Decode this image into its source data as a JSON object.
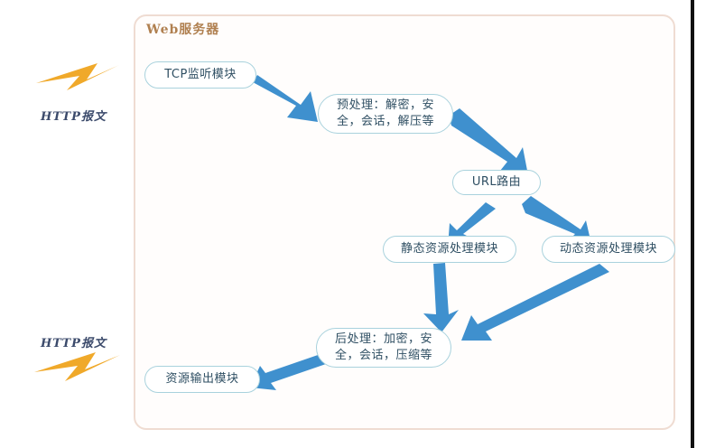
{
  "diagram": {
    "container": {
      "title": "Web服务器",
      "title_color": "#b08050",
      "border_color": "#efdcd2"
    },
    "accent": {
      "arrow_color": "#3f90ce",
      "node_border": "#a9d2dd",
      "bolt_color": "#f0a92a",
      "label_color": "#3b4a6b"
    },
    "nodes": [
      {
        "id": "tcp-listener",
        "label": "TCP监听模块"
      },
      {
        "id": "preprocess",
        "label": "预处理：解密，安\n全，会话，解压等"
      },
      {
        "id": "url-router",
        "label": "URL路由"
      },
      {
        "id": "static-resource",
        "label": "静态资源处理模块"
      },
      {
        "id": "dynamic-resource",
        "label": "动态资源处理模块"
      },
      {
        "id": "postprocess",
        "label": "后处理：加密，安\n全，会话，压缩等"
      },
      {
        "id": "resource-output",
        "label": "资源输出模块"
      }
    ],
    "external_labels": [
      {
        "id": "http-request",
        "label": "HTTP报文"
      },
      {
        "id": "http-response",
        "label": "HTTP报文"
      }
    ],
    "flow": [
      {
        "from": "TCP监听模块",
        "to": "预处理：解密，安全，会话，解压等"
      },
      {
        "from": "预处理：解密，安全，会话，解压等",
        "to": "URL路由"
      },
      {
        "from": "URL路由",
        "to": "静态资源处理模块"
      },
      {
        "from": "URL路由",
        "to": "动态资源处理模块"
      },
      {
        "from": "静态资源处理模块",
        "to": "后处理：加密，安全，会话，压缩等"
      },
      {
        "from": "动态资源处理模块",
        "to": "后处理：加密，安全，会话，压缩等"
      },
      {
        "from": "后处理：加密，安全，会话，压缩等",
        "to": "资源输出模块"
      }
    ]
  }
}
